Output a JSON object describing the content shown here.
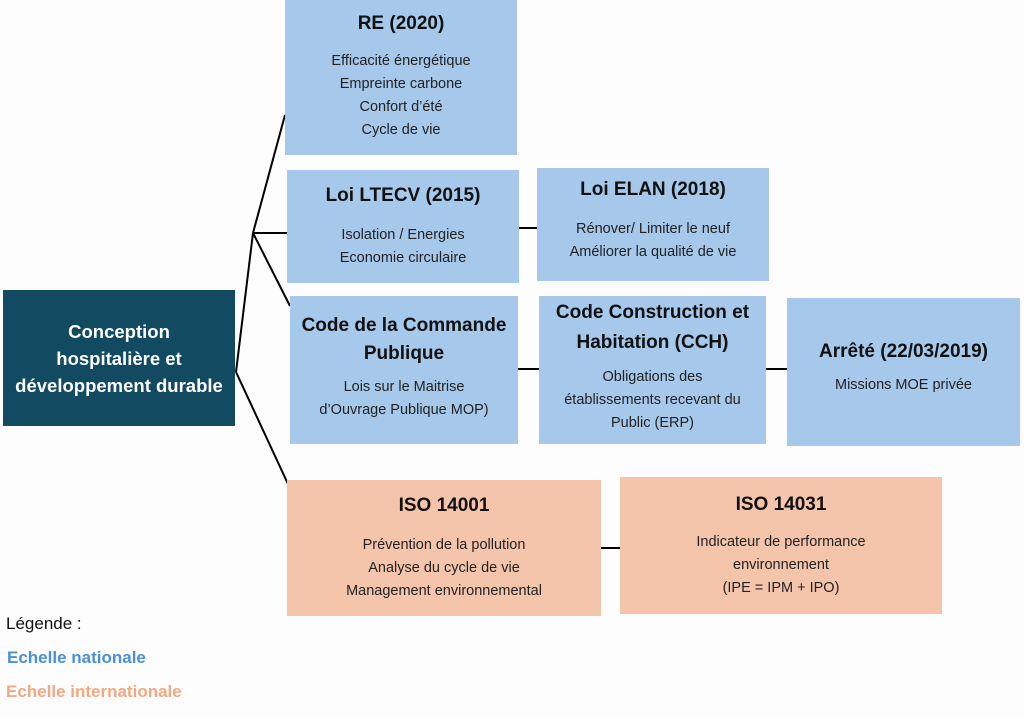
{
  "root": {
    "title": "Conception hospitalière et développement durable"
  },
  "nodes": {
    "re2020": {
      "title": "RE (2020)",
      "lines": [
        "Efficacité énergétique",
        "Empreinte carbone",
        "Confort d’été",
        "Cycle de vie"
      ],
      "scale": "national"
    },
    "ltecv": {
      "title": "Loi LTECV (2015)",
      "lines": [
        "Isolation / Energies",
        "Economie circulaire"
      ],
      "scale": "national"
    },
    "elan": {
      "title": "Loi ELAN (2018)",
      "lines": [
        "Rénover/ Limiter le neuf",
        "Améliorer la qualité de vie"
      ],
      "scale": "national"
    },
    "ccp": {
      "title": "Code de la Commande Publique",
      "lines": [
        "Lois sur le Maitrise",
        "d’Ouvrage Publique MOP)"
      ],
      "scale": "national"
    },
    "cch": {
      "title": "Code Construction et Habitation (CCH)",
      "lines": [
        "Obligations des",
        "établissements recevant du",
        "Public (ERP)"
      ],
      "scale": "national"
    },
    "arrete": {
      "title": "Arrêté (22/03/2019)",
      "lines": [
        "Missions MOE privée"
      ],
      "scale": "national"
    },
    "iso14001": {
      "title": "ISO 14001",
      "lines": [
        "Prévention de la pollution",
        "Analyse du cycle de vie",
        "Management environnemental"
      ],
      "scale": "international"
    },
    "iso14031": {
      "title": "ISO 14031",
      "lines": [
        "Indicateur de performance",
        "environnement",
        "(IPE = IPM + IPO)"
      ],
      "scale": "international"
    }
  },
  "edges": [
    [
      "root",
      "re2020"
    ],
    [
      "root",
      "ltecv"
    ],
    [
      "root",
      "ccp"
    ],
    [
      "root",
      "iso14001"
    ],
    [
      "ltecv",
      "elan"
    ],
    [
      "ccp",
      "cch"
    ],
    [
      "cch",
      "arrete"
    ],
    [
      "iso14001",
      "iso14031"
    ]
  ],
  "legend": {
    "title": "Légende :",
    "national": "Echelle nationale",
    "international": "Echelle internationale"
  },
  "colors": {
    "root": "#124a62",
    "national": "#a6c8ea",
    "international": "#f5c5ab",
    "legend_national": "#4a90d9",
    "legend_international": "#f2a882"
  }
}
